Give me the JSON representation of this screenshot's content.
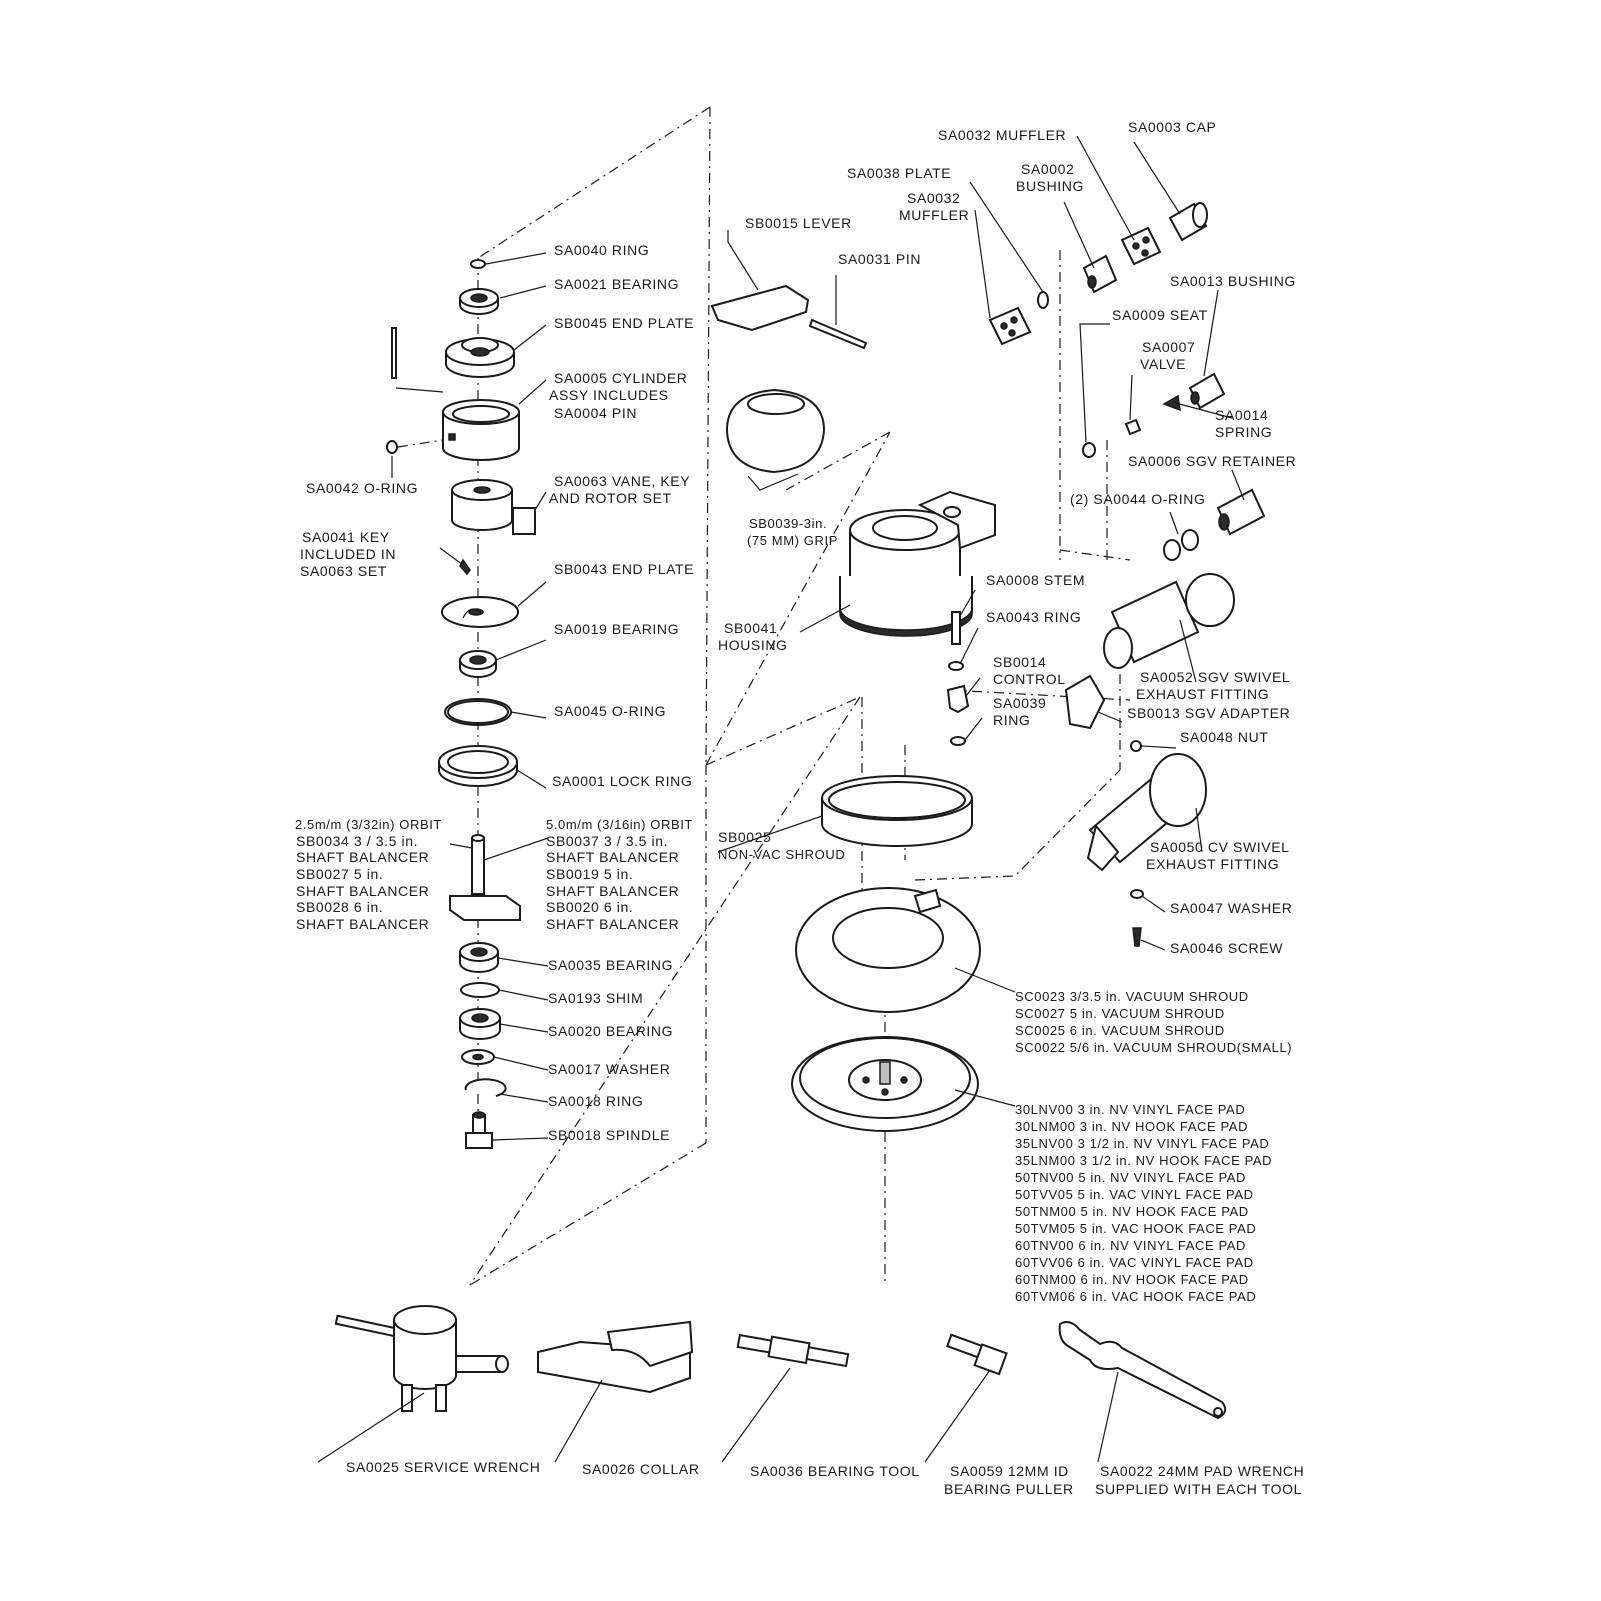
{
  "labels": {
    "sa0032_muffler_top": "SA0032 MUFFLER",
    "sa0003_cap": "SA0003 CAP",
    "sa0038_plate": "SA0038 PLATE",
    "sa0002_l1": "SA0002",
    "sa0002_l2": "BUSHING",
    "sa0032_muffler_l1": "SA0032",
    "sa0032_muffler_l2": "MUFFLER",
    "sb0015_lever": "SB0015 LEVER",
    "sa0031_pin": "SA0031 PIN",
    "sa0013_bushing": "SA0013 BUSHING",
    "sa0009_seat": "SA0009 SEAT",
    "sa0007_l1": "SA0007",
    "sa0007_l2": "VALVE",
    "sa0014_l1": "SA0014",
    "sa0014_l2": "SPRING",
    "sa0006_sgv_retainer": "SA0006 SGV RETAINER",
    "sa0044_oring": "(2) SA0044 O-RING",
    "sa0040_ring": "SA0040 RING",
    "sa0021_bearing": "SA0021 BEARING",
    "sb0045_end_plate": "SB0045 END PLATE",
    "sa0005_l1": "SA0005 CYLINDER",
    "sa0005_l2": "ASSY INCLUDES",
    "sa0005_l3": "SA0004 PIN",
    "sb0039_l1": "SB0039-3in.",
    "sb0039_l2": "(75 MM) GRIP",
    "sa0042_oring": "SA0042 O-RING",
    "sa0063_l1": "SA0063 VANE, KEY",
    "sa0063_l2": "AND ROTOR SET",
    "sa0041_l1": "SA0041 KEY",
    "sa0041_l2": "INCLUDED IN",
    "sa0041_l3": "SA0063 SET",
    "sb0043_end_plate": "SB0043 END PLATE",
    "sa0008_stem": "SA0008 STEM",
    "sb0041_l1": "SB0041",
    "sb0041_l2": "HOUSING",
    "sa0043_ring": "SA0043 RING",
    "sa0019_bearing": "SA0019 BEARING",
    "sb0014_l1": "SB0014",
    "sb0014_l2": "CONTROL",
    "sa0052_l1": "SA0052 SGV SWIVEL",
    "sa0052_l2": "EXHAUST FITTING",
    "sa0039_l1": "SA0039",
    "sa0039_l2": "RING",
    "sb0013_sgv_adapter": "SB0013 SGV ADAPTER",
    "sa0045_oring": "SA0045 O-RING",
    "sa0048_nut": "SA0048 NUT",
    "sa0001_lock_ring": "SA0001 LOCK RING",
    "orbit25_l1": "2.5m/m (3/32in) ORBIT",
    "orbit25_l2": "SB0034  3 / 3.5 in.",
    "orbit25_l3": "SHAFT BALANCER",
    "orbit25_l4": "SB0027  5 in.",
    "orbit25_l5": "SHAFT BALANCER",
    "orbit25_l6": "SB0028  6 in.",
    "orbit25_l7": "SHAFT BALANCER",
    "orbit50_l1": "5.0m/m (3/16in) ORBIT",
    "orbit50_l2": "SB0037  3 / 3.5 in.",
    "orbit50_l3": "SHAFT BALANCER",
    "orbit50_l4": "SB0019  5 in.",
    "orbit50_l5": "SHAFT BALANCER",
    "orbit50_l6": "SB0020  6 in.",
    "orbit50_l7": "SHAFT BALANCER",
    "sb0025_l1": "SB0025",
    "sb0025_l2": "NON-VAC SHROUD",
    "sa0050_l1": "SA0050 CV SWIVEL",
    "sa0050_l2": "EXHAUST FITTING",
    "sa0047_washer": "SA0047 WASHER",
    "sa0035_bearing": "SA0035 BEARING",
    "sa0046_screw": "SA0046 SCREW",
    "sa0193_shim": "SA0193 SHIM",
    "sa0020_bearing": "SA0020 BEARING",
    "sa0017_washer": "SA0017 WASHER",
    "sa0018_ring": "SA0018 RING",
    "sb0018_spindle": "SB0018 SPINDLE",
    "sa0025_service_wrench": "SA0025 SERVICE WRENCH",
    "sa0026_collar": "SA0026 COLLAR",
    "sa0036_bearing_tool": "SA0036 BEARING TOOL",
    "sa0059_l1": "SA0059 12MM ID",
    "sa0059_l2": "BEARING PULLER",
    "sa0022_l1": "SA0022 24MM PAD WRENCH",
    "sa0022_l2": "SUPPLIED WITH EACH TOOL"
  },
  "shrouds": [
    "SC0023  3/3.5 in. VACUUM SHROUD",
    "SC0027  5 in. VACUUM SHROUD",
    "SC0025  6 in. VACUUM SHROUD",
    "SC0022  5/6 in. VACUUM SHROUD(SMALL)"
  ],
  "pads": [
    "30LNV00  3 in. NV VINYL FACE PAD",
    "30LNM00  3 in. NV HOOK FACE PAD",
    "35LNV00  3 1/2 in. NV VINYL FACE PAD",
    "35LNM00  3 1/2 in. NV HOOK FACE PAD",
    "50TNV00  5 in. NV VINYL FACE PAD",
    "50TVV05  5 in. VAC VINYL FACE PAD",
    "50TNM00  5 in. NV HOOK FACE PAD",
    "50TVM05  5 in. VAC HOOK FACE PAD",
    "60TNV00  6 in. NV VINYL FACE PAD",
    "60TVV06  6 in. VAC VINYL FACE PAD",
    "60TNM00  6 in. NV HOOK FACE PAD",
    "60TVM06  6 in. VAC HOOK FACE PAD"
  ]
}
